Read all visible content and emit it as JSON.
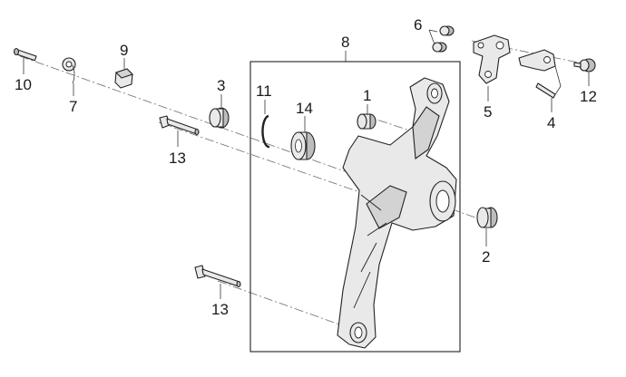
{
  "callouts": {
    "p1": "1",
    "p2": "2",
    "p3": "3",
    "p4": "4",
    "p5": "5",
    "p6": "6",
    "p7": "7",
    "p8": "8",
    "p9": "9",
    "p10": "10",
    "p11": "11",
    "p12": "12",
    "p13a": "13",
    "p13b": "13",
    "p14": "14"
  }
}
